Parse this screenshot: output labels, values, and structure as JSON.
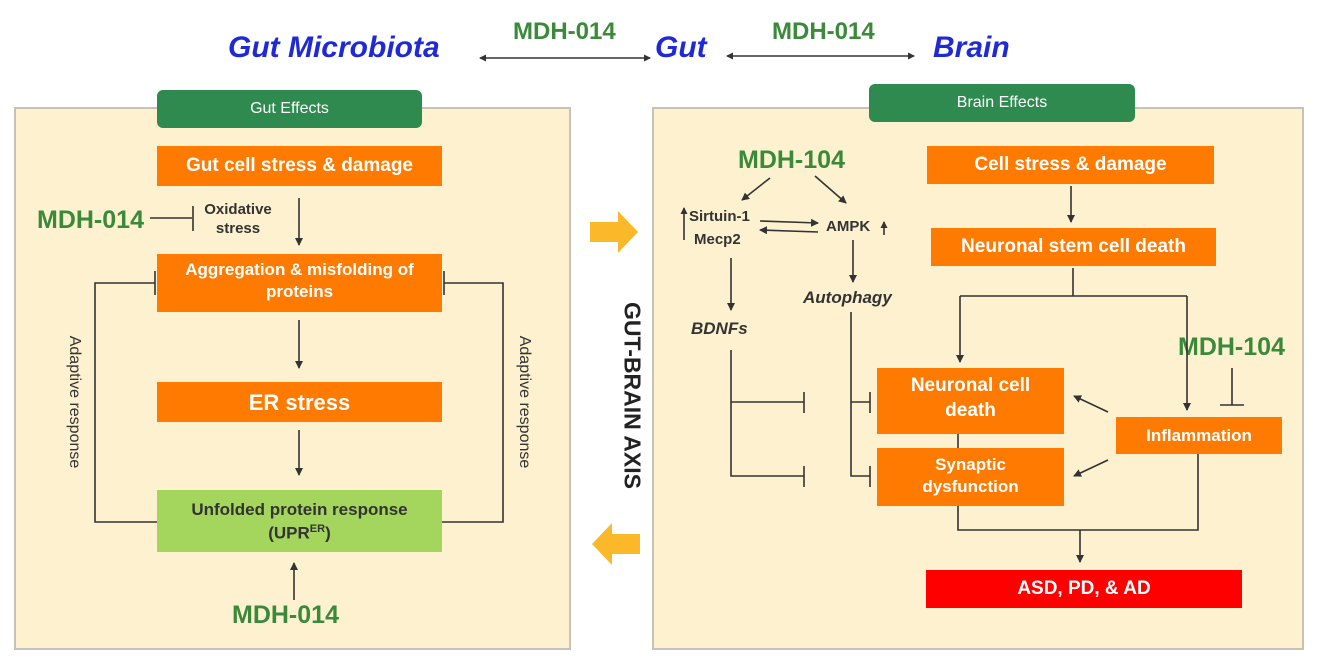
{
  "top": {
    "gut_microbiota": "Gut Microbiota",
    "gut": "Gut",
    "brain": "Brain",
    "drug_left": "MDH-014",
    "drug_right": "MDH-014"
  },
  "gut_panel": {
    "header": "Gut Effects",
    "cell_stress": "Gut cell stress & damage",
    "drug_oxidative": "MDH-014",
    "oxidative_stress": "Oxidative stress",
    "aggregation": "Aggregation & misfolding of proteins",
    "er_stress": "ER stress",
    "upr_line1": "Unfolded protein response",
    "upr_line2": "(UPR",
    "upr_sup": "ER",
    "upr_close": ")",
    "drug_bottom": "MDH-014",
    "adaptive_left": "Adaptive response",
    "adaptive_right": "Adaptive response"
  },
  "axis_label": "GUT-BRAIN AXIS",
  "brain_panel": {
    "header": "Brain Effects",
    "drug_top": "MDH-104",
    "sirtuin": "Sirtuin-1",
    "mecp2": "Mecp2",
    "ampk": "AMPK",
    "autophagy": "Autophagy",
    "bdnfs": "BDNFs",
    "cell_stress": "Cell stress & damage",
    "stem_cell_death": "Neuronal stem cell death",
    "drug_right": "MDH-104",
    "neuronal_death": "Neuronal cell death",
    "inflammation": "Inflammation",
    "synaptic": "Synaptic dysfunction",
    "outcome": "ASD, PD, & AD"
  },
  "colors": {
    "blue_title": "#1f2ad6",
    "green_drug": "#3a8a3a",
    "orange_box": "#ff7a00",
    "green_box": "#a4d65e",
    "red_box": "#ff0000",
    "panel_bg": "#fdf1cf",
    "header_bg": "#2e8a4f",
    "arrow_yellow": "#fbb829"
  }
}
